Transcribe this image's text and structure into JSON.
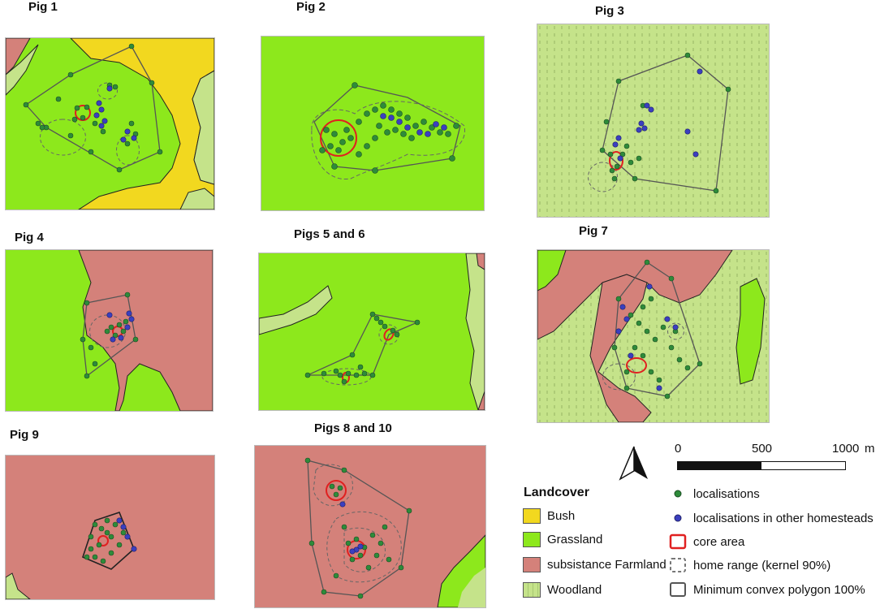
{
  "panels": [
    {
      "id": "pig1",
      "title": "Pig 1"
    },
    {
      "id": "pig2",
      "title": "Pig 2"
    },
    {
      "id": "pig3",
      "title": "Pig 3"
    },
    {
      "id": "pig4",
      "title": "Pig  4"
    },
    {
      "id": "pig56",
      "title": "Pigs 5 and 6"
    },
    {
      "id": "pig7",
      "title": "Pig 7"
    },
    {
      "id": "pig9",
      "title": "Pig 9"
    },
    {
      "id": "pig810",
      "title": "Pigs 8 and 10"
    }
  ],
  "legend": {
    "title": "Landcover",
    "landcover": [
      {
        "label": "Bush",
        "color": "#f2d81f"
      },
      {
        "label": "Grassland",
        "color": "#8de81c"
      },
      {
        "label": "subsistance Farmland",
        "color": "#d4817a"
      },
      {
        "label": "Woodland",
        "color": "#c5e38a"
      }
    ],
    "symbols": [
      {
        "label": "localisations",
        "icon": "green-dot",
        "color": "#2e8b3a"
      },
      {
        "label": "localisations in other homesteads",
        "icon": "blue-dot",
        "color": "#3b3fbf"
      },
      {
        "label": "core area",
        "icon": "red-square",
        "color": "#e02020"
      },
      {
        "label": "home range (kernel 90%)",
        "icon": "dashed-square",
        "color": "#777777"
      },
      {
        "label": "Minimum convex polygon 100%",
        "icon": "solid-square",
        "color": "#555555"
      }
    ]
  },
  "scale": {
    "labels": [
      "0",
      "500",
      "1000"
    ],
    "unit": "m",
    "north_icon": "north-arrow-icon"
  }
}
